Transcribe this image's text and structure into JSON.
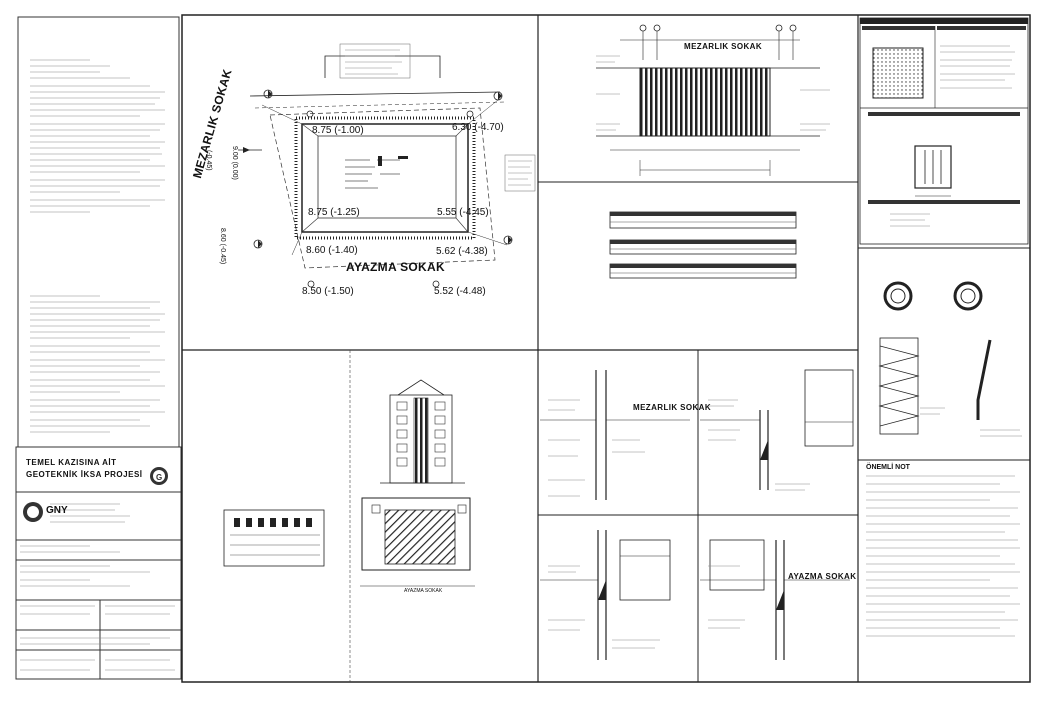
{
  "streets": {
    "mezarlik_main": "MEZARLIK SOKAK",
    "ayazma_main": "AYAZMA SOKAK",
    "mezarlik_section_top": "MEZARLIK SOKAK",
    "mezarlik_section_mid": "MEZARLIK SOKAK",
    "ayazma_section_bottom": "AYAZMA SOKAK",
    "ayazma_small": "AYAZMA SOKAK"
  },
  "elevations": {
    "nw_corner": "8.75 (-1.00)",
    "ne_corner": "6.30 (-4.70)",
    "sw_inner": "8.75 (-1.25)",
    "se_inner": "5.55 (-4.45)",
    "sw_outer": "8.60 (-1.40)",
    "se_outer": "5.62 (-4.38)",
    "bottom_left": "8.50 (-1.50)",
    "bottom_right": "5.52 (-4.48)",
    "left_side_1": "9.00 (0.00)",
    "left_side_2": "8.60 (-0.45)",
    "left_side_3": "(-0.45)"
  },
  "title_block": {
    "project_line1": "TEMEL KAZISINA AİT",
    "project_line2": "GEOTEKNİK İKSA PROJESİ",
    "company_logo": "GNY"
  },
  "notes": {
    "heading": "ÖNEMLİ NOT"
  }
}
